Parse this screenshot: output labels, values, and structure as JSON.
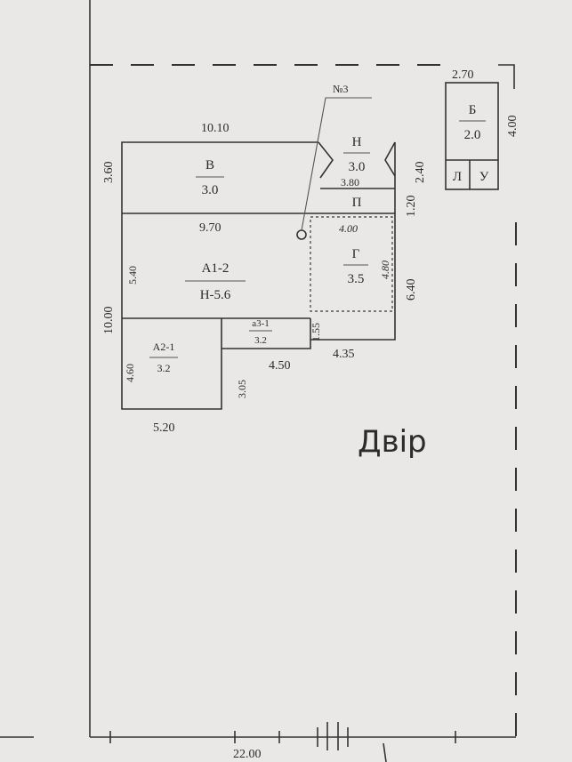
{
  "plan": {
    "buildings": {
      "v": {
        "letter": "В",
        "value": "3.0"
      },
      "a1": {
        "letter": "А1-2",
        "value": "Н-5.6"
      },
      "a2": {
        "letter": "А2-1",
        "value": "3.2"
      },
      "a3": {
        "letter": "а3-1",
        "value": "3.2"
      },
      "n": {
        "letter": "Н",
        "value": "3.0"
      },
      "p": {
        "letter": "П"
      },
      "g": {
        "letter": "Г",
        "value": "3.5"
      },
      "b": {
        "letter": "Б",
        "value": "2.0"
      },
      "l": {
        "letter": "Л"
      },
      "u": {
        "letter": "У"
      }
    },
    "well_label": "№3",
    "yard_label": "Двір",
    "dimensions": {
      "v_width": "10.10",
      "v_height": "3.60",
      "a1_top": "9.70",
      "a1_inner": "5.40",
      "a1_left": "10.00",
      "a2_left": "4.60",
      "a2_bottom": "5.20",
      "a3_height": "3.05",
      "a3_bottom": "4.50",
      "small_155": "1.55",
      "g_bottom": "4.35",
      "g_right": "6.40",
      "g_inner_top": "4.00",
      "g_inner_side": "4.80",
      "n_height": "2.40",
      "p_height": "1.20",
      "p_width": "3.80",
      "b_width": "2.70",
      "b_height": "4.00",
      "lot_bottom": "22.00"
    }
  }
}
